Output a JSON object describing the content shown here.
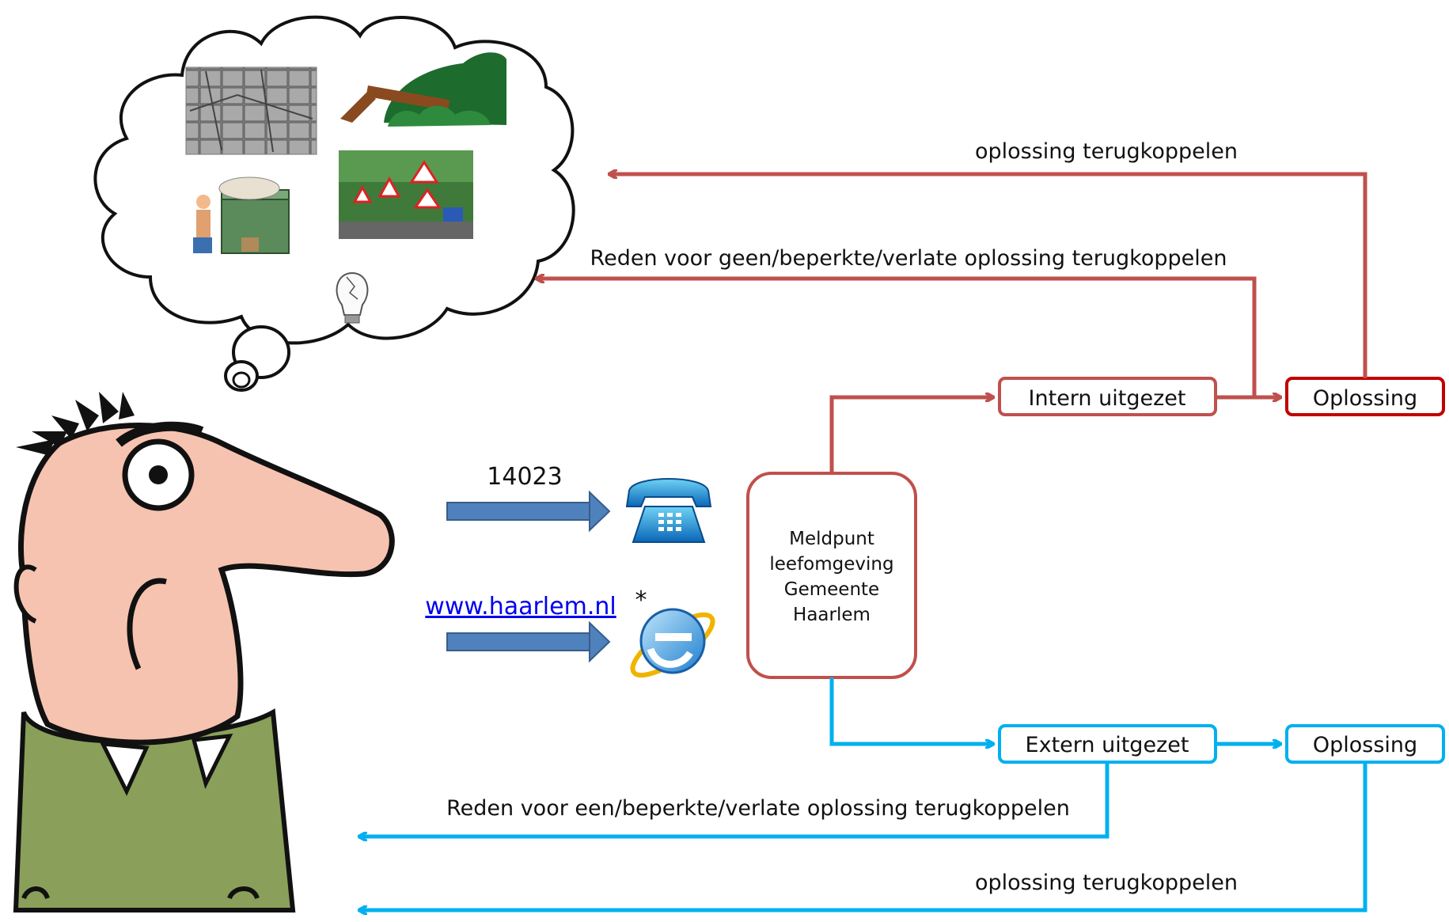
{
  "colors": {
    "red": "#c0504d",
    "red_dark": "#c00000",
    "blue": "#00b0f0",
    "channel_arrow": "#4f81bd",
    "link": "#0000ee"
  },
  "channels": {
    "phone_number": "14023",
    "website": "www.haarlem.nl",
    "asterisk": "*",
    "phone_icon": "telephone-icon",
    "browser_icon": "internet-explorer-icon"
  },
  "center_box": {
    "lines": [
      "Meldpunt",
      "leefomgeving",
      "Gemeente",
      "Haarlem"
    ]
  },
  "red_path": {
    "intern_label": "Intern uitgezet",
    "oplossing_label": "Oplossing",
    "feedback_top": "oplossing terugkoppelen",
    "feedback_reason": "Reden voor geen/beperkte/verlate oplossing terugkoppelen"
  },
  "blue_path": {
    "extern_label": "Extern uitgezet",
    "oplossing_label": "Oplossing",
    "feedback_reason": "Reden voor een/beperkte/verlate oplossing terugkoppelen",
    "feedback_bottom": "oplossing terugkoppelen"
  },
  "thought_bubble": {
    "items": [
      "paving-stones-photo",
      "fallen-tree-icon",
      "overflowing-dumpster-icon",
      "traffic-signs-photo",
      "broken-lightbulb-icon"
    ]
  },
  "person": "cartoon-man-illustration"
}
